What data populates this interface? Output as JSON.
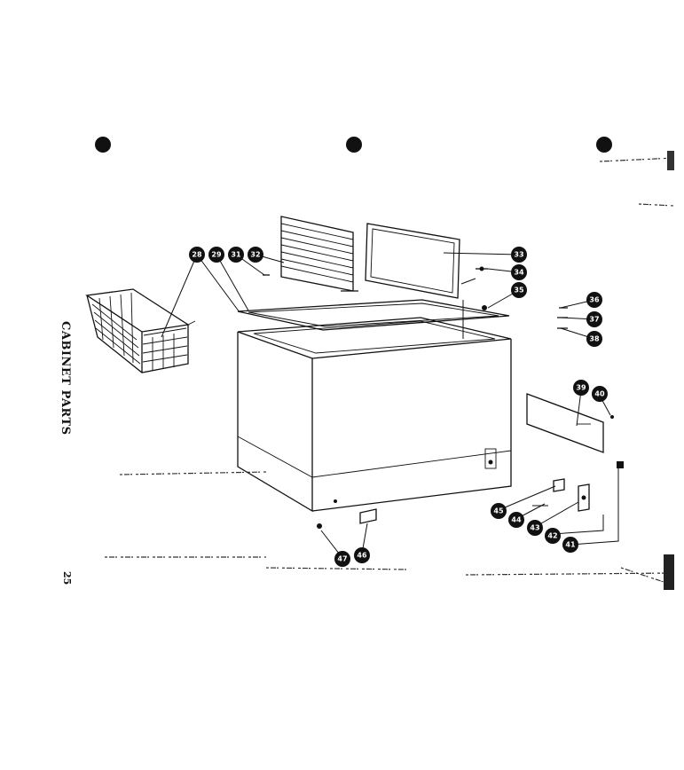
{
  "title": "CABINET PARTS",
  "page_number": "25",
  "callouts": [
    "28",
    "29",
    "31",
    "32",
    "33",
    "34",
    "35",
    "36",
    "37",
    "38",
    "39",
    "40",
    "41",
    "42",
    "43",
    "44",
    "45",
    "46",
    "47"
  ],
  "colors": {
    "ink": "#111111",
    "paper": "#ffffff"
  }
}
